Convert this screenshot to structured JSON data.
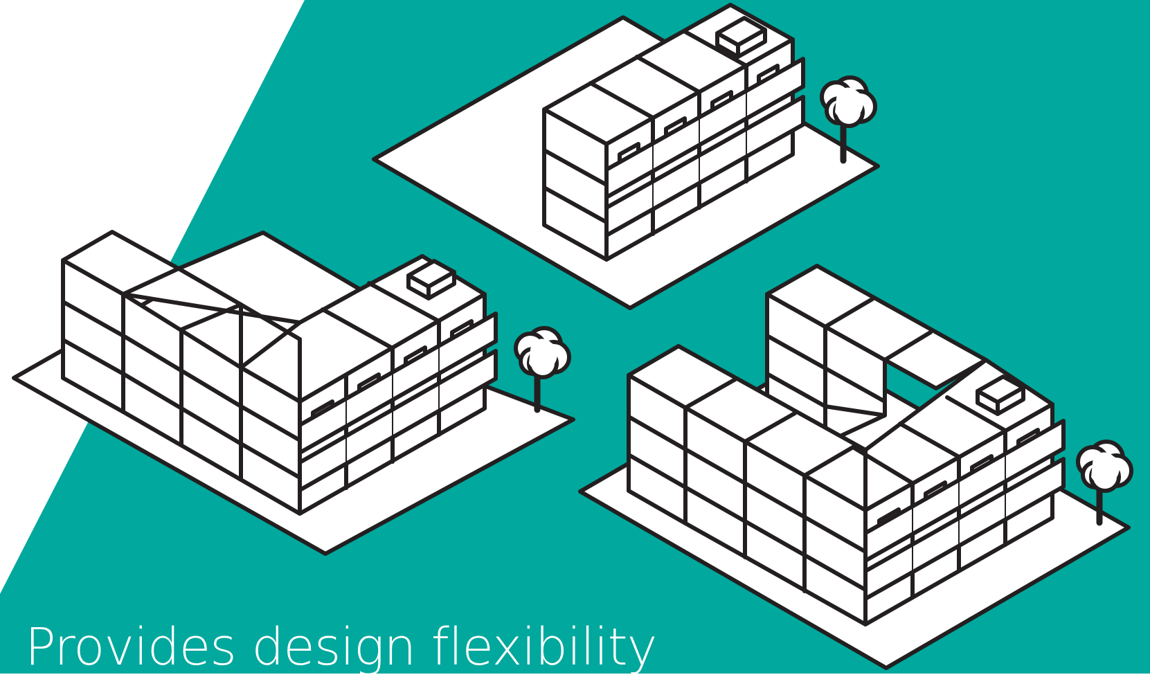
{
  "caption": "Provides design flexibility",
  "colors": {
    "background": "#00a89d",
    "white_corner": "#ffffff",
    "line": "#231f20",
    "fill": "#ffffff"
  },
  "buildings": [
    {
      "name": "building-small-block",
      "floors": 3
    },
    {
      "name": "building-l-shaped",
      "floors": 3
    },
    {
      "name": "building-u-shaped",
      "floors": 3
    }
  ],
  "icons": [
    "tree-icon",
    "tree-icon",
    "tree-icon",
    "rooftop-unit-icon"
  ]
}
